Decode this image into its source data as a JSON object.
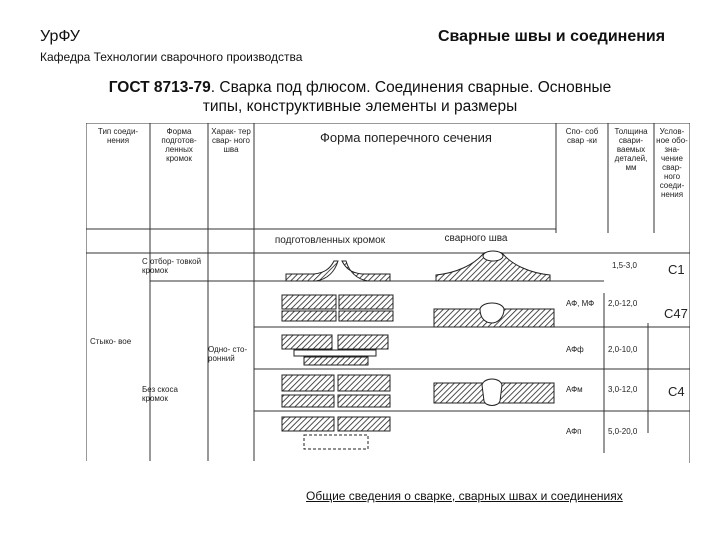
{
  "header": {
    "org": "УрФУ",
    "topic": "Сварные швы и соединения",
    "department": "Кафедра Технологии сварочного производства"
  },
  "title": {
    "standard": "ГОСТ 8713-79",
    "line1_rest": ". Сварка под флюсом. Соединения сварные. Основные",
    "line2": "типы, конструктивные элементы и размеры"
  },
  "table": {
    "headers": {
      "joint_type": "Тип соеди- нения",
      "edge_shape": "Форма подготов- ленных кромок",
      "weld_character": "Харак- тер свар- ного шва",
      "cross_section": "Форма поперечного сечения",
      "prepared_edges": "подготовленных кромок",
      "weld_seam": "сварного шва",
      "method": "Спо- соб свар -ки",
      "thickness": "Толщина свари- ваемых деталей, мм",
      "designation": "Услов- ное обо- зна- чение свар- ного соеди- нения"
    },
    "cells": {
      "joint_type_value": "Стыко- вое",
      "edge_flanged": "С отбор- товкой кромок",
      "edge_no_bevel": "Без скоса кромок",
      "weld_one_sided": "Одно- сто- ронний"
    },
    "rows": [
      {
        "method": "",
        "thickness": "1,5-3,0",
        "designation": "С1"
      },
      {
        "method": "АФ, МФ",
        "thickness": "2,0-12,0",
        "designation": "С47"
      },
      {
        "method": "АФф",
        "thickness": "2,0-10,0",
        "designation": ""
      },
      {
        "method": "АФм",
        "thickness": "3,0-12,0",
        "designation": "С4"
      },
      {
        "method": "АФп",
        "thickness": "5,0-20,0",
        "designation": ""
      }
    ]
  },
  "footer": {
    "link": "Общие сведения о сварке, сварных швах и соединениях"
  }
}
